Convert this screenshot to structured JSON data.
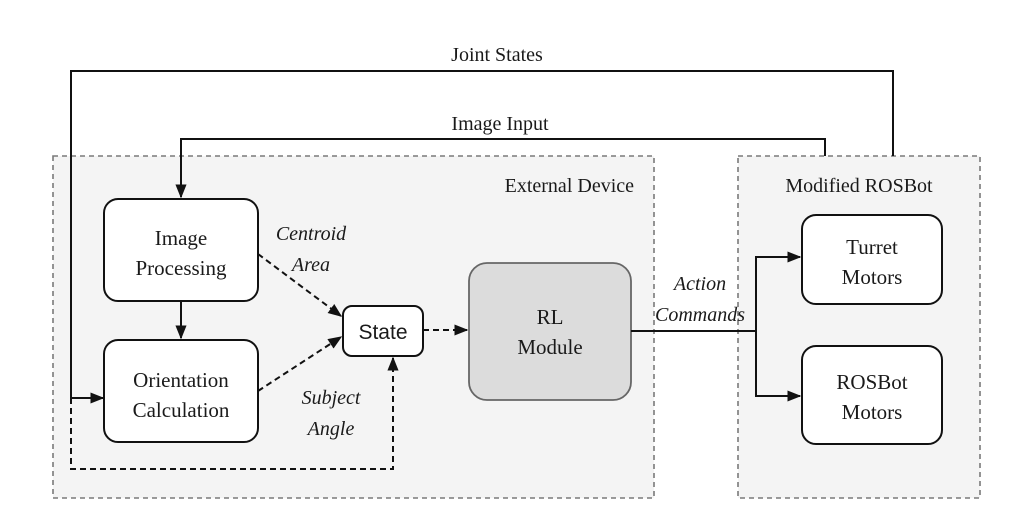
{
  "groups": {
    "external_device": "External Device",
    "modified_rosbot": "Modified ROSBot"
  },
  "nodes": {
    "image_processing": [
      "Image",
      "Processing"
    ],
    "orientation_calculation": [
      "Orientation",
      "Calculation"
    ],
    "state": "State",
    "rl_module": [
      "RL",
      "Module"
    ],
    "turret_motors": [
      "Turret",
      "Motors"
    ],
    "rosbot_motors": [
      "ROSBot",
      "Motors"
    ]
  },
  "edges": {
    "joint_states": "Joint States",
    "image_input": "Image Input",
    "centroid_area": [
      "Centroid",
      "Area"
    ],
    "subject_angle": [
      "Subject",
      "Angle"
    ],
    "action_commands": [
      "Action",
      "Commands"
    ]
  },
  "colors": {
    "group_fill": "#f4f4f4",
    "rl_module_fill": "#dcdcdc",
    "line": "#111111"
  }
}
